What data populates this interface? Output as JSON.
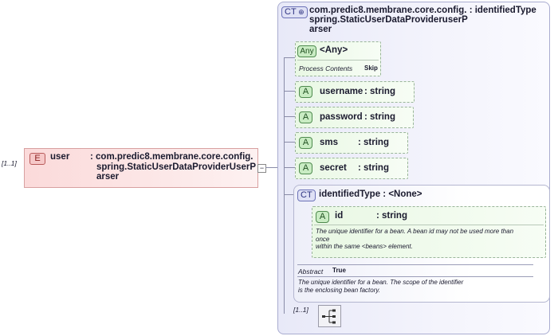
{
  "element": {
    "badge": "E",
    "name": "user",
    "type_line1": ": com.predic8.membrane.core.config.",
    "type_line2": "spring.StaticUserDataProviderUserP",
    "type_line3": "arser",
    "occurrence": "[1..1]"
  },
  "complex_type": {
    "badge": "CT",
    "name_line1": "com.predic8.membrane.core.config.",
    "name_line2": "spring.StaticUserDataProvideruserP",
    "name_line3": "arser",
    "base": ": identifiedType",
    "any": {
      "badge": "Any",
      "label": "<Any>",
      "process_label": "Process Contents",
      "process_value": "Skip"
    },
    "attributes": [
      {
        "badge": "A",
        "name": "username",
        "type": ": string"
      },
      {
        "badge": "A",
        "name": "password",
        "type": ": string"
      },
      {
        "badge": "A",
        "name": "sms",
        "type": ": string"
      },
      {
        "badge": "A",
        "name": "secret",
        "type": ": string"
      }
    ],
    "identified_type": {
      "badge": "CT",
      "title": "identifiedType : <None>",
      "attr": {
        "badge": "A",
        "name": "id",
        "type": ": string",
        "doc_line1": "The unique identifier for a bean. A bean id may not be used more than",
        "doc_line2": "once",
        "doc_line3": "within the same <beans> element."
      },
      "abstract_label": "Abstract",
      "abstract_value": "True",
      "doc_line1": "The unique identifier for a bean. The scope of the identifier",
      "doc_line2": "is the enclosing bean factory."
    },
    "sequence_occurrence": "[1..1]",
    "sequence_icon": "sequence-compositor-icon"
  }
}
